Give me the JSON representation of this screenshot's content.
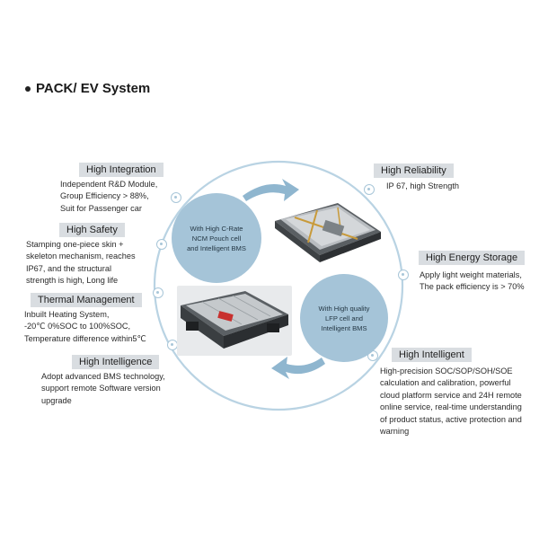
{
  "title": "PACK/ EV System",
  "center": {
    "bubble_top": [
      "With High C-Rate",
      "NCM Pouch cell",
      "and Intelligent BMS"
    ],
    "bubble_bottom": [
      "With High quality",
      "LFP cell and",
      "Intelligent BMS"
    ]
  },
  "features": {
    "high_integration": {
      "label": "High Integration",
      "lines": [
        "Independent R&D Module,",
        "Group Efficiency > 88%,",
        "Suit for Passenger car"
      ]
    },
    "high_safety": {
      "label": "High Safety",
      "lines": [
        "Stamping one-piece skin +",
        "skeleton mechanism, reaches",
        "IP67, and the structural",
        "strength is high, Long life"
      ]
    },
    "thermal_management": {
      "label": "Thermal Management",
      "lines": [
        "Inbuilt Heating System,",
        "-20℃ 0%SOC to 100%SOC,",
        "Temperature difference within5℃"
      ]
    },
    "high_intelligence": {
      "label": "High Intelligence",
      "lines": [
        "Adopt advanced BMS technology,",
        "support remote Software version",
        "upgrade"
      ]
    },
    "high_reliability": {
      "label": "High Reliability",
      "lines": [
        "IP 67, high Strength"
      ]
    },
    "high_energy_storage": {
      "label": "High Energy Storage",
      "lines": [
        "Apply light weight materials,",
        "The pack efficiency is > 70%"
      ]
    },
    "high_intelligent": {
      "label": "High Intelligent",
      "lines": [
        "High-precision SOC/SOP/SOH/SOE",
        "calculation and calibration, powerful",
        "cloud platform service and 24H remote",
        "online service, real-time understanding",
        "of product status, active protection and",
        "warning"
      ]
    }
  },
  "colors": {
    "ring": "#b9d3e3",
    "bubble": "#a5c4d8",
    "tag_bg": "#d9dde1",
    "arrow": "#8fb6cf"
  }
}
